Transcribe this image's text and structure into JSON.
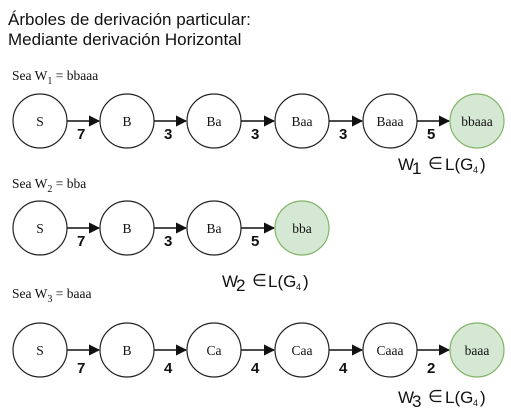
{
  "title": {
    "line1": "Árboles de derivación particular:",
    "line2": "Mediante derivación Horizontal"
  },
  "colors": {
    "node_fill": "#ffffff",
    "node_stroke": "#222222",
    "final_fill": "#d5e8d4",
    "final_stroke": "#82b366",
    "arrow": "#111111"
  },
  "derivations": [
    {
      "sea_prefix": "Sea W",
      "sea_sub": "1",
      "sea_rest": " = bbaaa",
      "nodes": [
        "S",
        "B",
        "Ba",
        "Baa",
        "Baaa",
        "bbaaa"
      ],
      "edge_labels": [
        "7",
        "3",
        "3",
        "3",
        "5"
      ],
      "membership": {
        "w": "W",
        "sub": "1",
        "symbol": "∈",
        "lang": "L(G",
        "small": "4",
        "close": ")"
      }
    },
    {
      "sea_prefix": "Sea W",
      "sea_sub": "2",
      "sea_rest": " = bba",
      "nodes": [
        "S",
        "B",
        "Ba",
        "bba"
      ],
      "edge_labels": [
        "7",
        "3",
        "5"
      ],
      "membership": {
        "w": "W",
        "sub": "2",
        "symbol": "∈",
        "lang": "L(G",
        "small": "4",
        "close": ")"
      }
    },
    {
      "sea_prefix": "Sea W",
      "sea_sub": "3",
      "sea_rest": " = baaa",
      "nodes": [
        "S",
        "B",
        "Ca",
        "Caa",
        "Caaa",
        "baaa"
      ],
      "edge_labels": [
        "7",
        "4",
        "4",
        "4",
        "2"
      ],
      "membership": {
        "w": "W",
        "sub": "3",
        "symbol": "∈",
        "lang": "L(G",
        "small": "4",
        "close": ")"
      }
    }
  ]
}
